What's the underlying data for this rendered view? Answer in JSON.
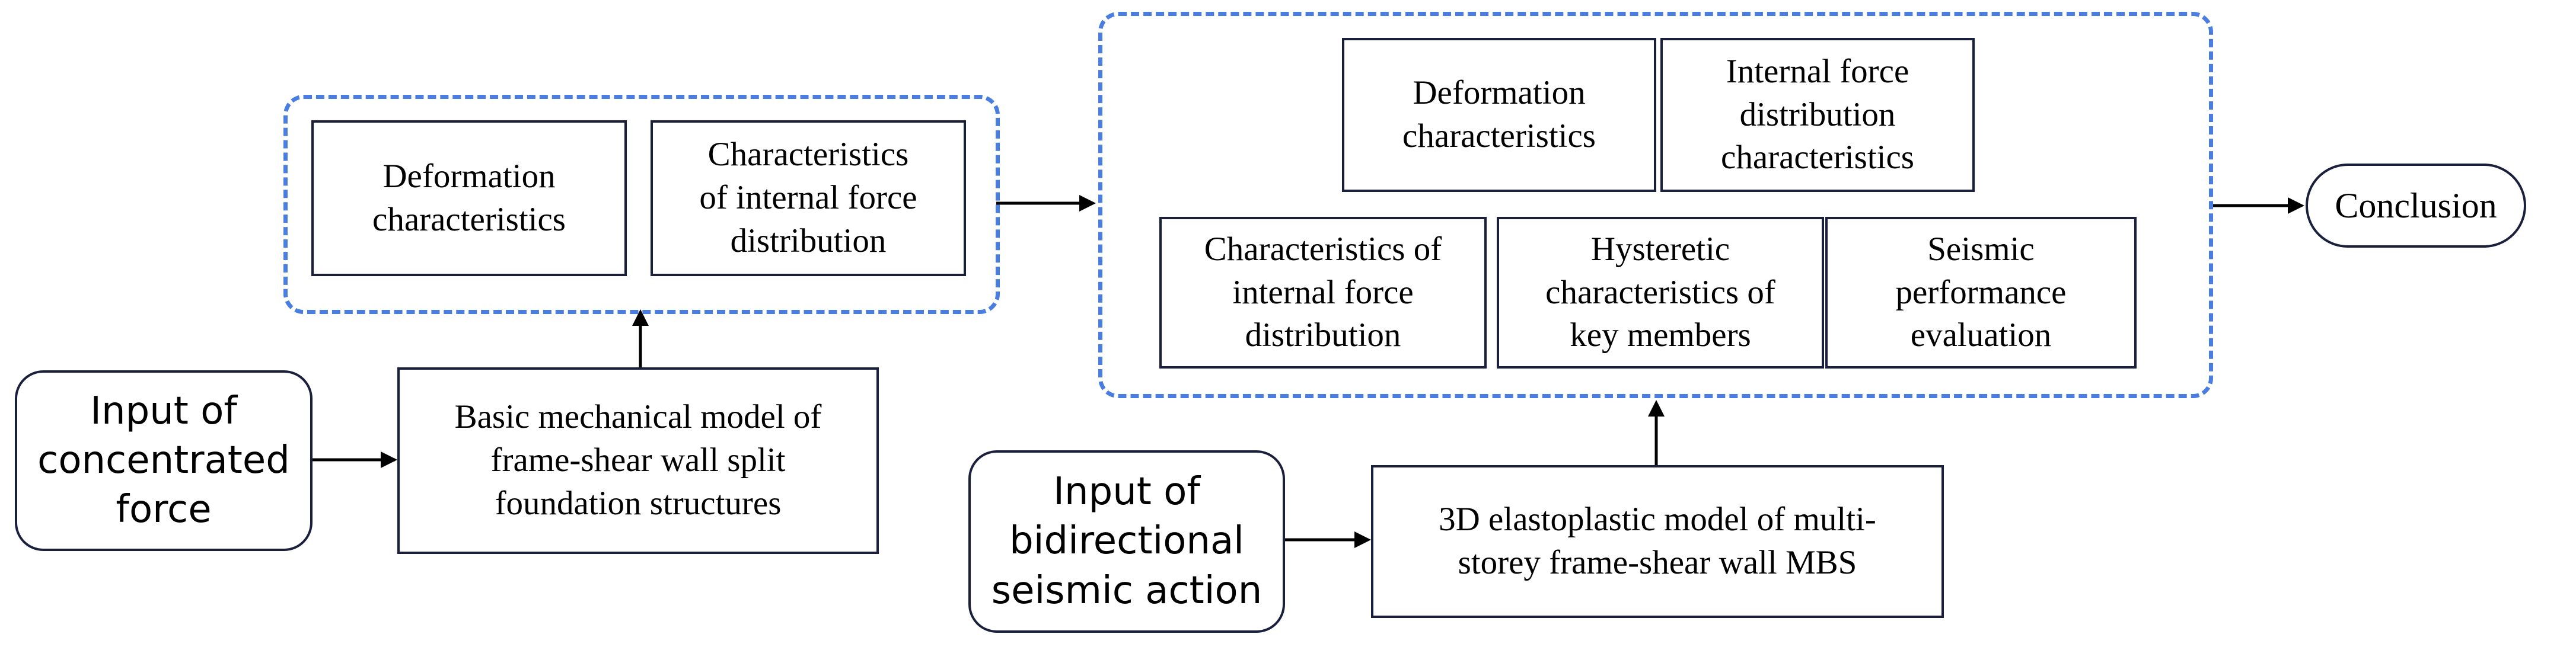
{
  "colors": {
    "group_border": "#4a7de0",
    "box_border": "#1a1f3c",
    "arrow": "#000000"
  },
  "left_group": {
    "deformation": "Deformation\ncharacteristics",
    "internal_force": "Characteristics\nof internal force\ndistribution"
  },
  "left_model": "Basic mechanical model of\nframe-shear wall split\nfoundation structures",
  "input_concentrated": "Input of\nconcentrated\nforce",
  "right_group": {
    "deformation": "Deformation\ncharacteristics",
    "internal_force_dist": "Internal force\ndistribution\ncharacteristics",
    "characteristics_internal": "Characteristics of\ninternal force\ndistribution",
    "hysteretic": "Hysteretic\ncharacteristics of\nkey members",
    "seismic_perf": "Seismic\nperformance\nevaluation"
  },
  "right_model": "3D elastoplastic model of multi-\nstorey frame-shear wall MBS",
  "input_seismic": "Input of\nbidirectional\nseismic action",
  "conclusion": "Conclusion"
}
